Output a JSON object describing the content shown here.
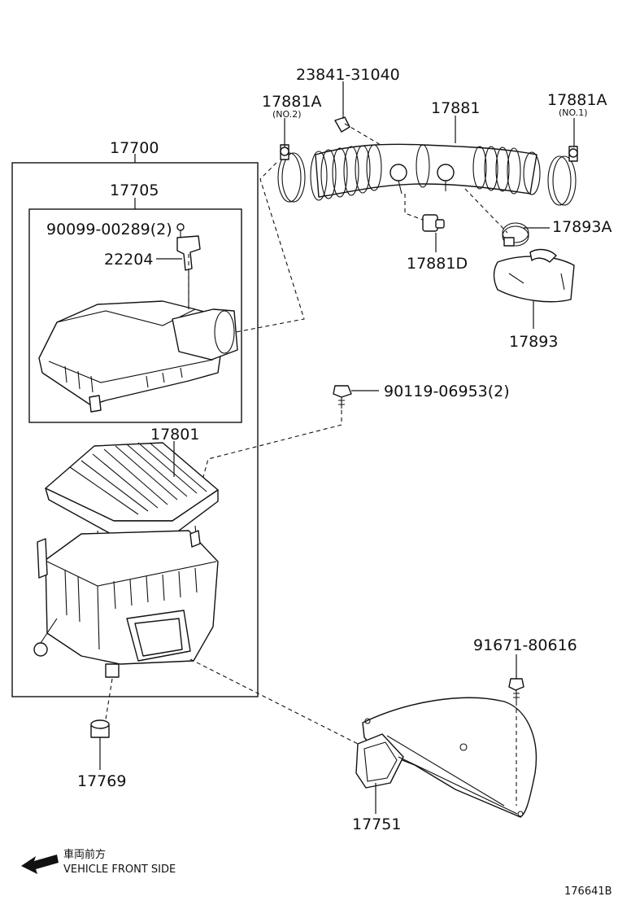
{
  "diagram": {
    "labels": {
      "p23841": "23841-31040",
      "p17881A_no2": "17881A",
      "p17881A_no2_sub": "(NO.2)",
      "p17881": "17881",
      "p17881A_no1": "17881A",
      "p17881A_no1_sub": "(NO.1)",
      "p17700": "17700",
      "p17705": "17705",
      "p90099": "90099-00289(2)",
      "p22204": "22204",
      "p17893A": "17893A",
      "p17881D": "17881D",
      "p17893": "17893",
      "p90119": "90119-06953(2)",
      "p17801": "17801",
      "p91671": "91671-80616",
      "p17769": "17769",
      "p17751": "17751"
    },
    "direction_note": {
      "japanese": "車両前方",
      "english": "VEHICLE FRONT SIDE"
    },
    "figure_code": "176641B"
  }
}
